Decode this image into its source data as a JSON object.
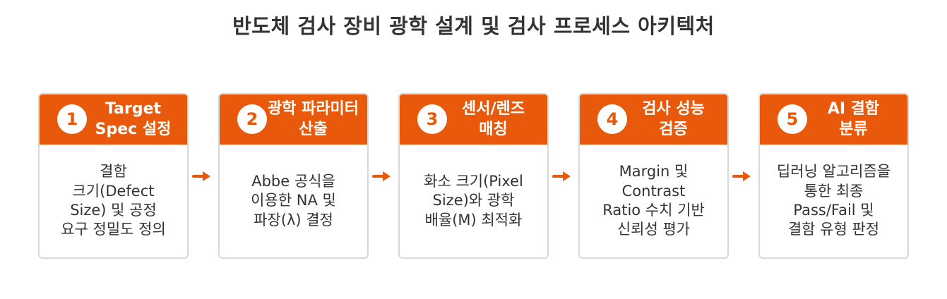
{
  "title": "반도체 검사 장비 광학 설계 및 검사 프로세스 아키텍처",
  "accent_color": "#e8590c",
  "steps": [
    {
      "number": "1",
      "title_lines": [
        "Target",
        "Spec 설정"
      ],
      "body_lines": [
        "결함",
        "크기(Defect",
        "Size) 및 공정",
        "요구 정밀도 정의"
      ]
    },
    {
      "number": "2",
      "title_lines": [
        "광학 파라미터",
        "산출"
      ],
      "body_lines": [
        "Abbe 공식을",
        "이용한 NA 및",
        "파장(λ) 결정"
      ]
    },
    {
      "number": "3",
      "title_lines": [
        "센서/렌즈",
        "매칭"
      ],
      "body_lines": [
        "화소 크기(Pixel",
        "Size)와 광학",
        "배율(M) 최적화"
      ]
    },
    {
      "number": "4",
      "title_lines": [
        "검사 성능",
        "검증"
      ],
      "body_lines": [
        "Margin 및",
        "Contrast",
        "Ratio 수치 기반",
        "신뢰성 평가"
      ]
    },
    {
      "number": "5",
      "title_lines": [
        "AI 결함",
        "분류"
      ],
      "body_lines": [
        "딥러닝 알고리즘을",
        "통한 최종",
        "Pass/Fail 및",
        "결함 유형 판정"
      ]
    }
  ]
}
